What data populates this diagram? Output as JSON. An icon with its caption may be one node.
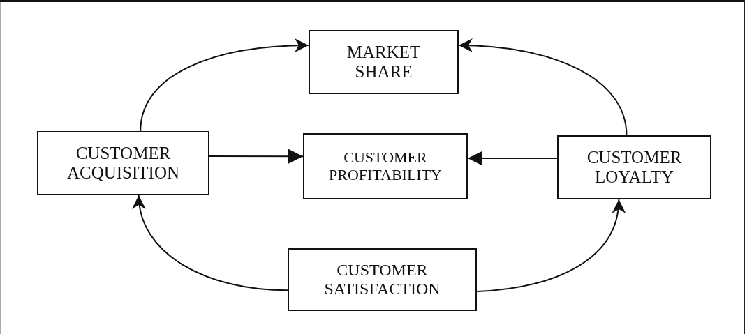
{
  "diagram": {
    "nodes": [
      {
        "text": [
          "MARKET SHARE"
        ]
      },
      {
        "text": [
          "CUSTOMER ACQUISITION"
        ]
      },
      {
        "text": [
          "CUSTOMER PROFITABILITY"
        ]
      },
      {
        "text": [
          "CUSTOMER LOYALTY"
        ]
      },
      {
        "text": [
          "CUSTOMER SATISFACTION"
        ]
      }
    ],
    "edges": [
      {
        "from": 1,
        "to": 0,
        "arrow": "to"
      },
      {
        "from": 3,
        "to": 0,
        "arrow": "to"
      },
      {
        "from": 1,
        "to": 2,
        "arrow": "to"
      },
      {
        "from": 3,
        "to": 2,
        "arrow": "to"
      },
      {
        "from": 4,
        "to": 1,
        "arrow": "to"
      },
      {
        "from": 4,
        "to": 3,
        "arrow": "to"
      }
    ]
  }
}
